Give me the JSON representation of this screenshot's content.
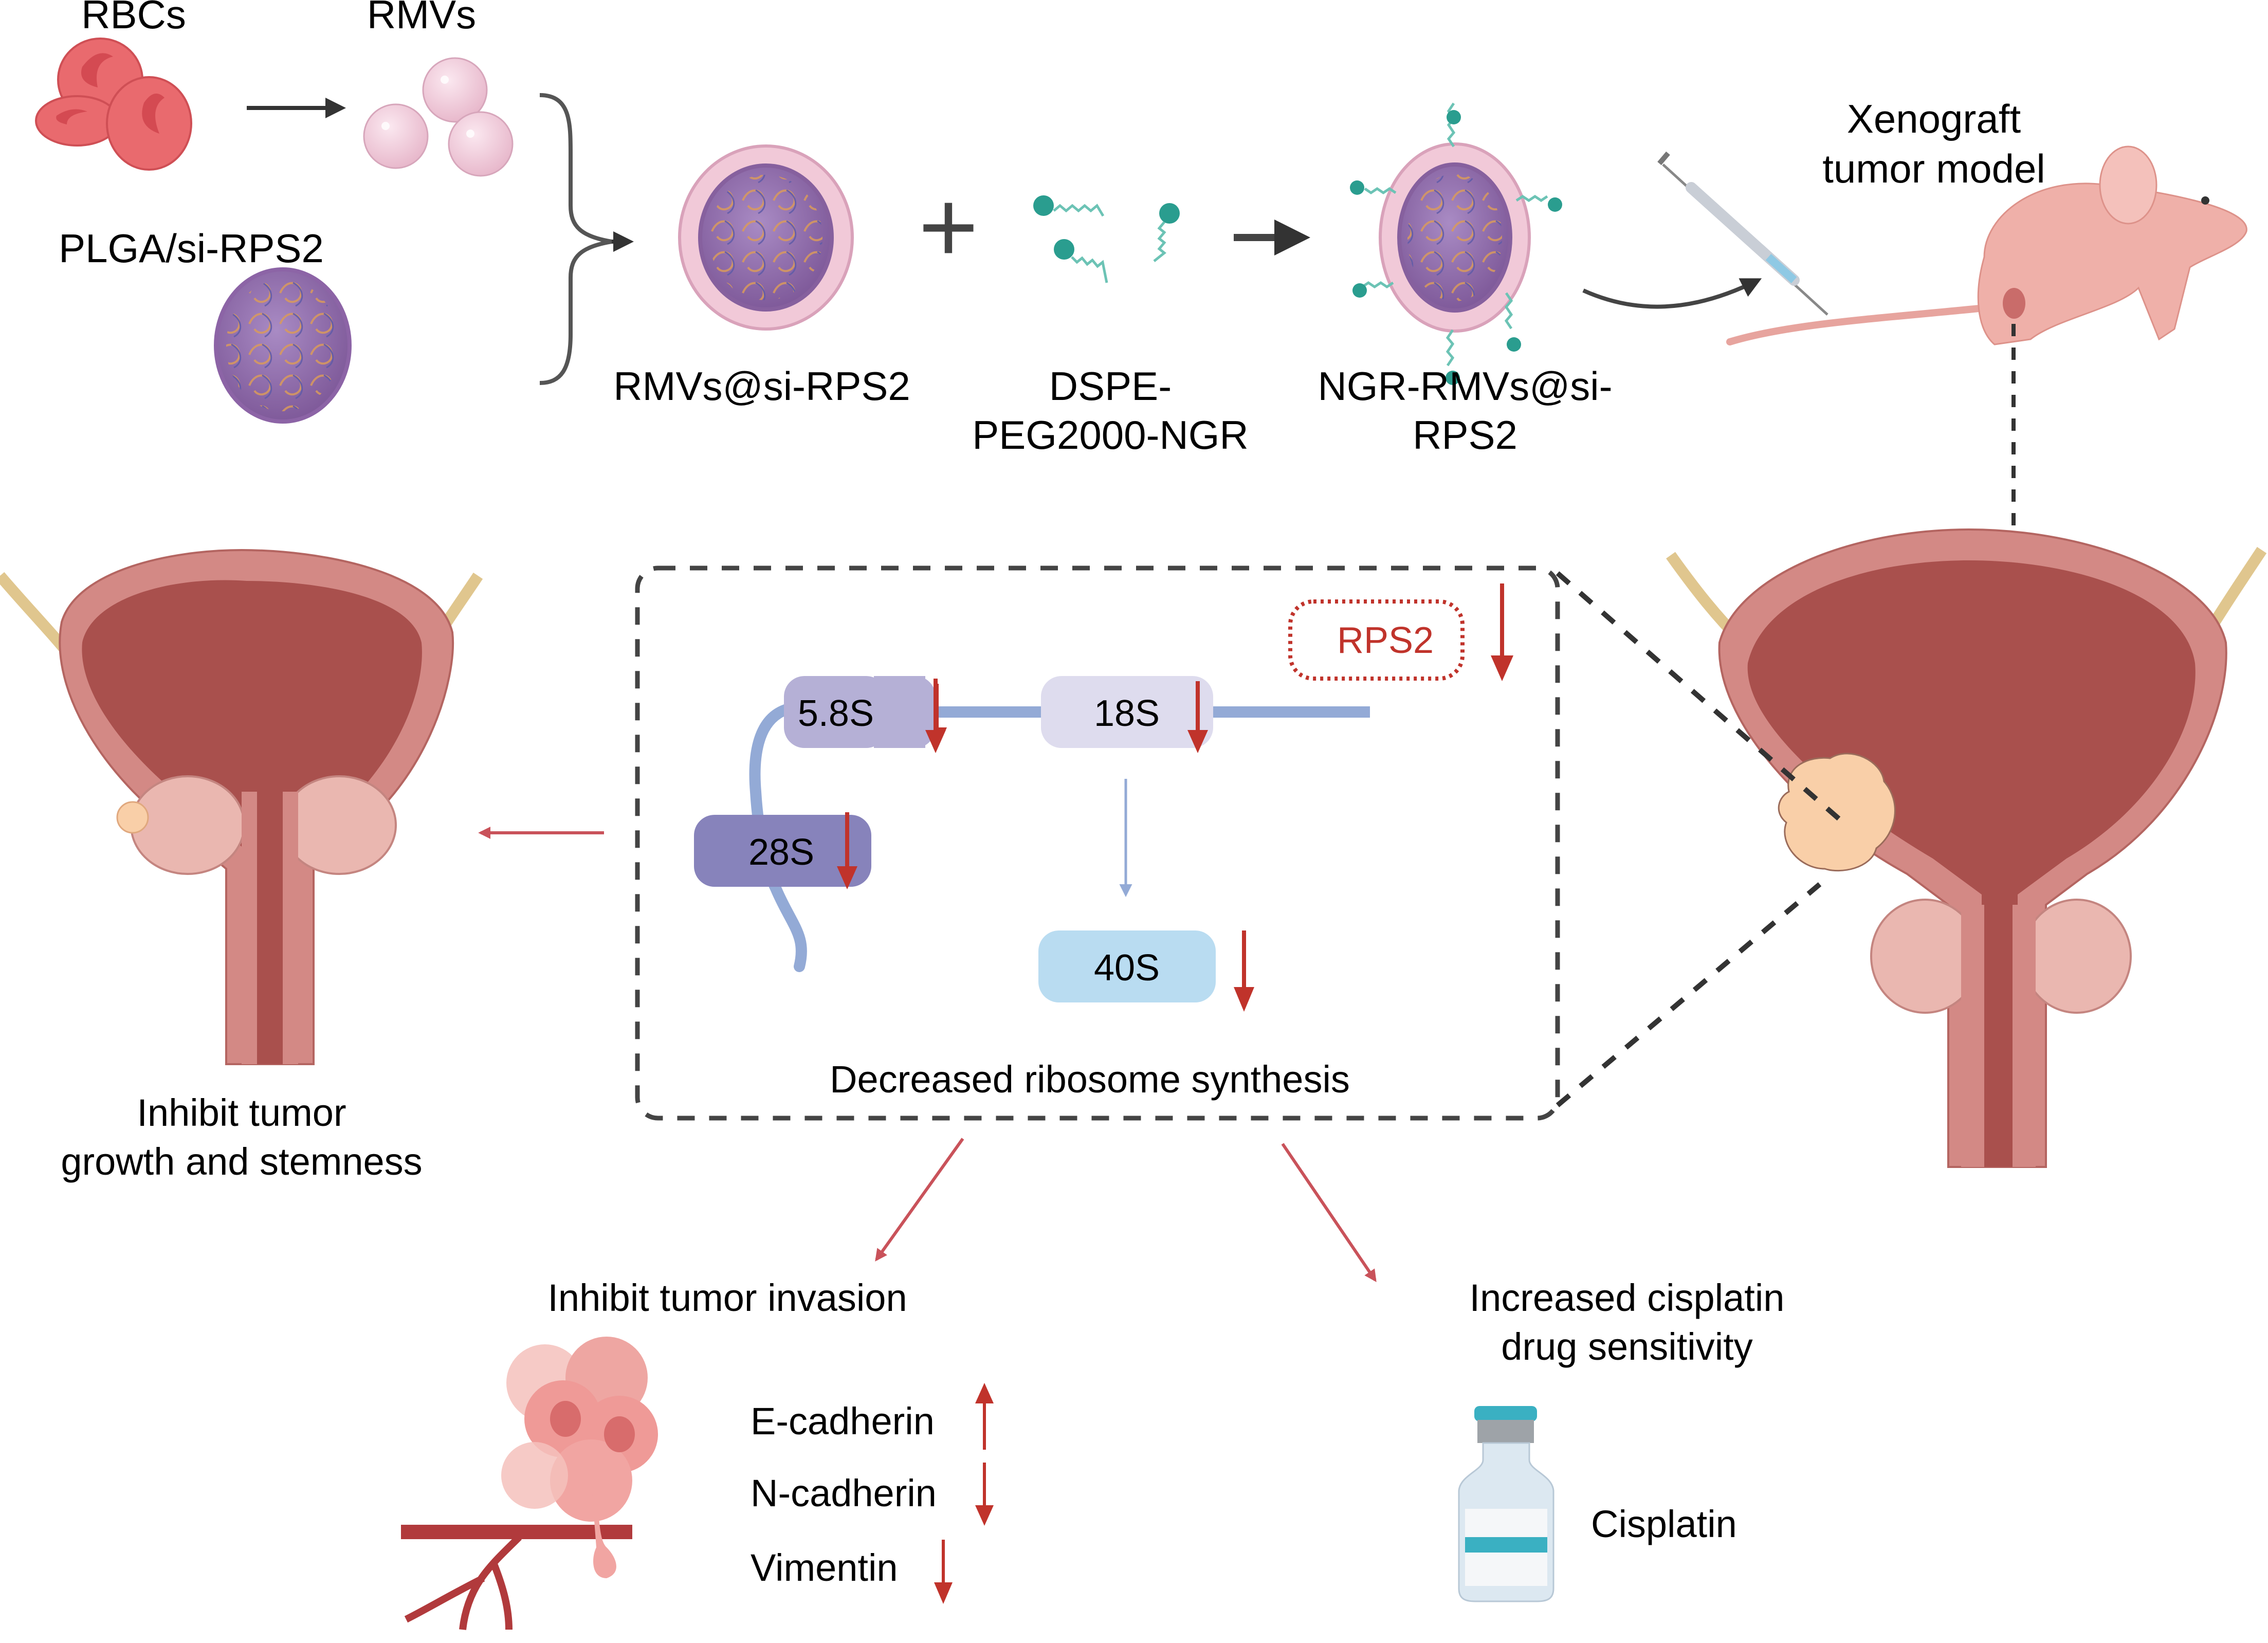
{
  "top_row": {
    "rbcs_label": "RBCs",
    "rmvs_label": "RMVs",
    "plga_label": "PLGA/si-RPS2",
    "rmvs_si_label": "RMVs@si-RPS2",
    "dspe_label_line1": "DSPE-",
    "dspe_label_line2": "PEG2000-NGR",
    "ngr_label_line1": "NGR-RMVs@si-",
    "ngr_label_line2": "RPS2",
    "xenograft_line1": "Xenograft",
    "xenograft_line2": "tumor model",
    "plus_symbol": "+"
  },
  "mechanism_box": {
    "rps2_label": "RPS2",
    "nodes": [
      {
        "label": "5.8S",
        "trend": "down"
      },
      {
        "label": "18S",
        "trend": "down"
      },
      {
        "label": "28S",
        "trend": "down"
      },
      {
        "label": "40S",
        "trend": "down"
      }
    ],
    "rps2_trend": "down",
    "caption": "Decreased ribosome synthesis"
  },
  "outcomes": {
    "growth_line1": "Inhibit tumor",
    "growth_line2": "growth and stemness",
    "invasion_title": "Inhibit tumor invasion",
    "markers": [
      {
        "label": "E-cadherin",
        "trend": "up"
      },
      {
        "label": "N-cadherin",
        "trend": "down"
      },
      {
        "label": "Vimentin",
        "trend": "down"
      }
    ],
    "cisplatin_line1": "Increased cisplatin",
    "cisplatin_line2": "drug sensitivity",
    "cisplatin_label": "Cisplatin"
  },
  "colors": {
    "arrow_red": "#c0332b",
    "outcome_arrow": "#c9525a",
    "rbc": "#e96a6e",
    "rmv": "#f1c9d8",
    "plga": "#9b6fae",
    "teal": "#2a9d8f",
    "box_58s": "#b5b0d6",
    "box_18s": "#dedcee",
    "box_28s": "#8783bb",
    "box_40s": "#b9dcf1",
    "rna_strand": "#93aad6",
    "bladder": "#c96c6a",
    "tumor": "#f9cfa8"
  }
}
